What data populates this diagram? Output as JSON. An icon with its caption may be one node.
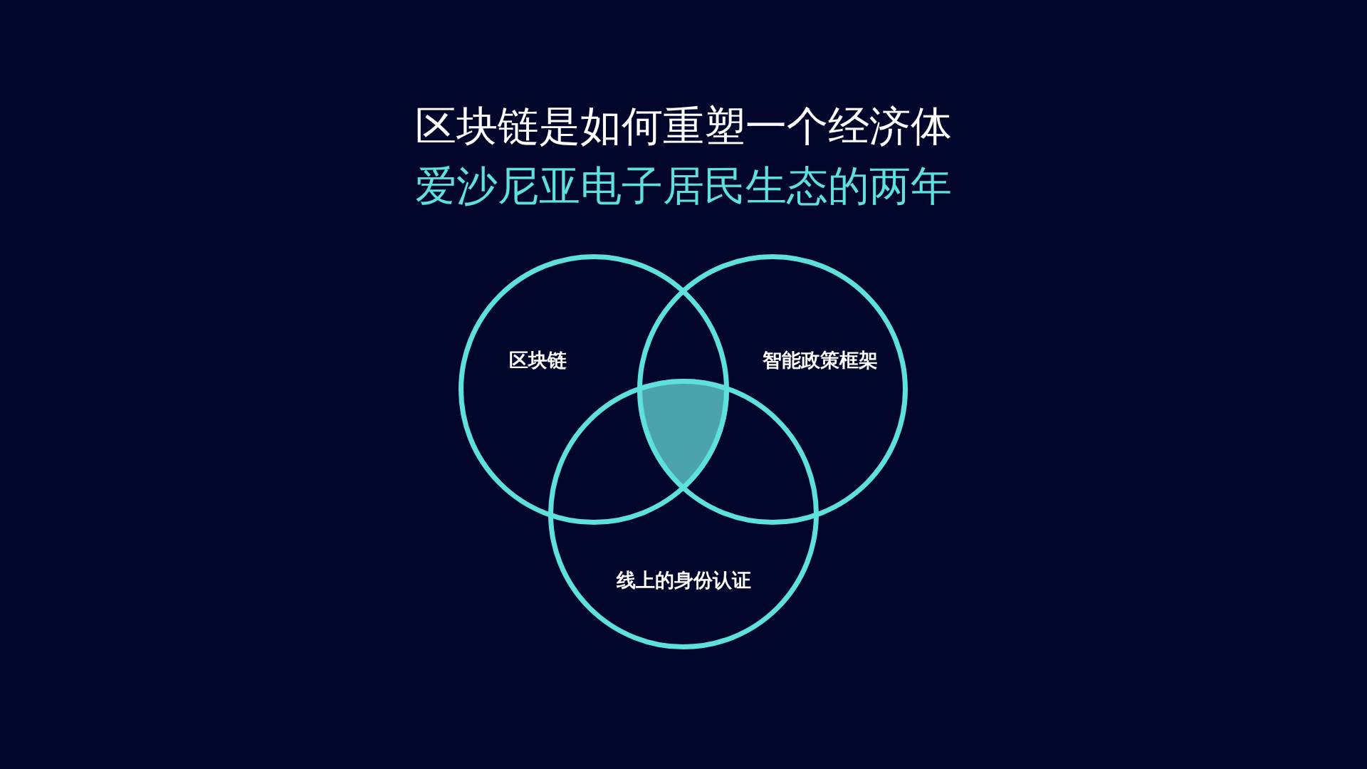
{
  "diagram": {
    "title": "区块链是如何重塑一个经济体",
    "nodes": [
      {
        "text": [
          "区块链"
        ]
      },
      {
        "text": [
          "智能政策框架"
        ]
      },
      {
        "text": [
          "线上的身份认证"
        ]
      },
      {
        "text": [],
        "shape": "region"
      }
    ],
    "edges": [],
    "labels": [
      "爱沙尼亚电子居民生态的两年"
    ]
  }
}
